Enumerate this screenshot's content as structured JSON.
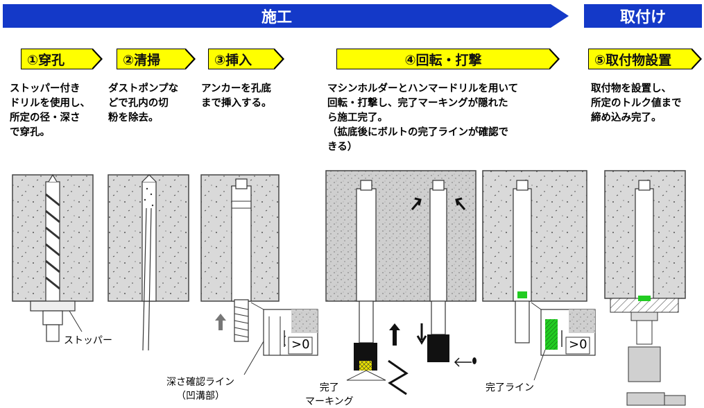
{
  "banners": {
    "main": "施工",
    "side": "取付け"
  },
  "steps": [
    {
      "label": "①穿孔",
      "desc": "ストッパー付き\nドリルを使用し、\n所定の径・深さ\nで穿孔。"
    },
    {
      "label": "②清掃",
      "desc": "ダストポンプな\nどで孔内の切\n粉を除去。"
    },
    {
      "label": "③挿入",
      "desc": "アンカーを孔底\nまで挿入する。"
    },
    {
      "label": "④回転・打撃",
      "desc": "マシンホルダーとハンマードリルを用いて\n回転・打撃し、完了マーキングが隠れた\nら施工完了。\n（拡底後にボルトの完了ラインが確認で\nきる）"
    },
    {
      "label": "⑤取付物設置",
      "desc": "取付物を設置し、\n所定のトルク値まで\n締め込み完了。"
    }
  ],
  "labels": {
    "stopper": "ストッパー",
    "depth_line": "深さ確認ライン\n（凹溝部）",
    "completion_marking": "完了\nマーキング",
    "completion_line": "完了ライン",
    "gt_zero_1": ">0",
    "gt_zero_2": ">0"
  },
  "colors": {
    "banner": "#1439c8",
    "step_box": "#ffff00",
    "concrete": "#d9d9d9",
    "marking_green": "#22cc22",
    "marking_yellow": "#e8e000"
  }
}
